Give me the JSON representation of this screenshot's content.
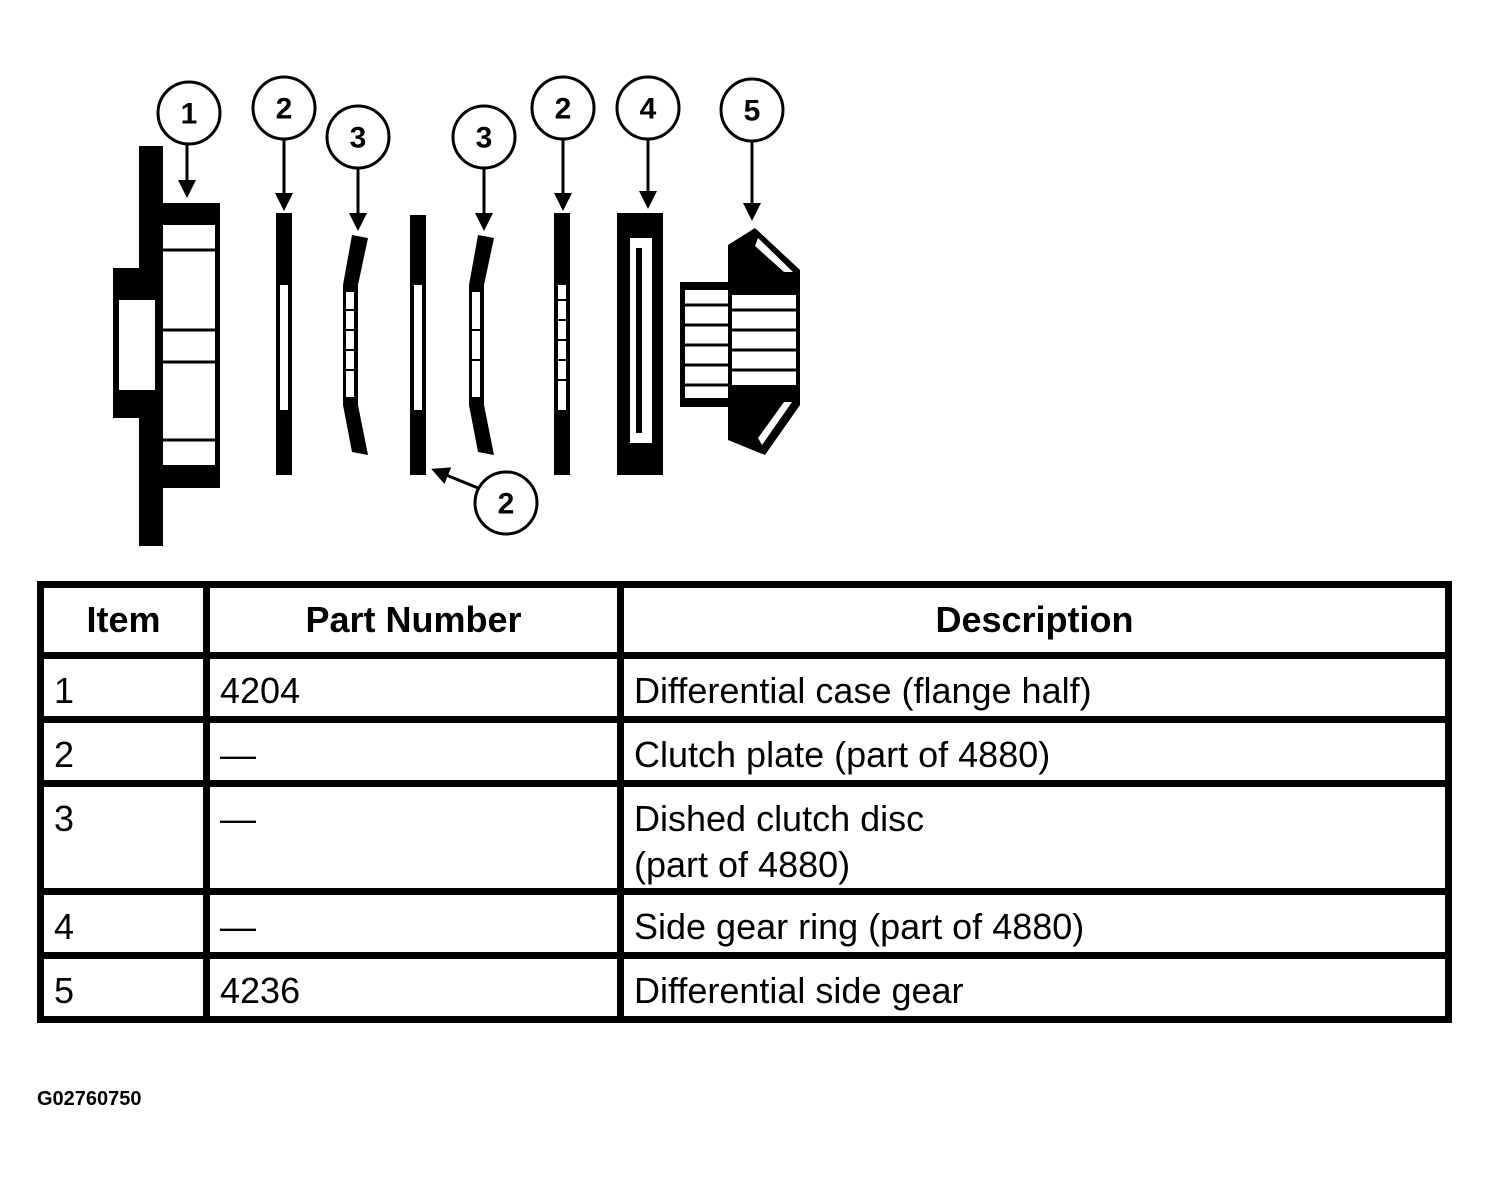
{
  "callouts": [
    "1",
    "2",
    "3",
    "3",
    "2",
    "4",
    "5",
    "2"
  ],
  "table": {
    "headers": [
      "Item",
      "Part Number",
      "Description"
    ],
    "rows": [
      {
        "item": "1",
        "part_number": "4204",
        "description": "Differential case (flange half)"
      },
      {
        "item": "2",
        "part_number": "—",
        "description": "Clutch plate (part of 4880)"
      },
      {
        "item": "3",
        "part_number": "—",
        "description": "Dished clutch disc\n(part of 4880)"
      },
      {
        "item": "4",
        "part_number": "—",
        "description": "Side gear ring (part of 4880)"
      },
      {
        "item": "5",
        "part_number": "4236",
        "description": "Differential side gear"
      }
    ]
  },
  "figure_id": "G02760750",
  "colors": {
    "ink": "#000000",
    "paper": "#ffffff"
  }
}
